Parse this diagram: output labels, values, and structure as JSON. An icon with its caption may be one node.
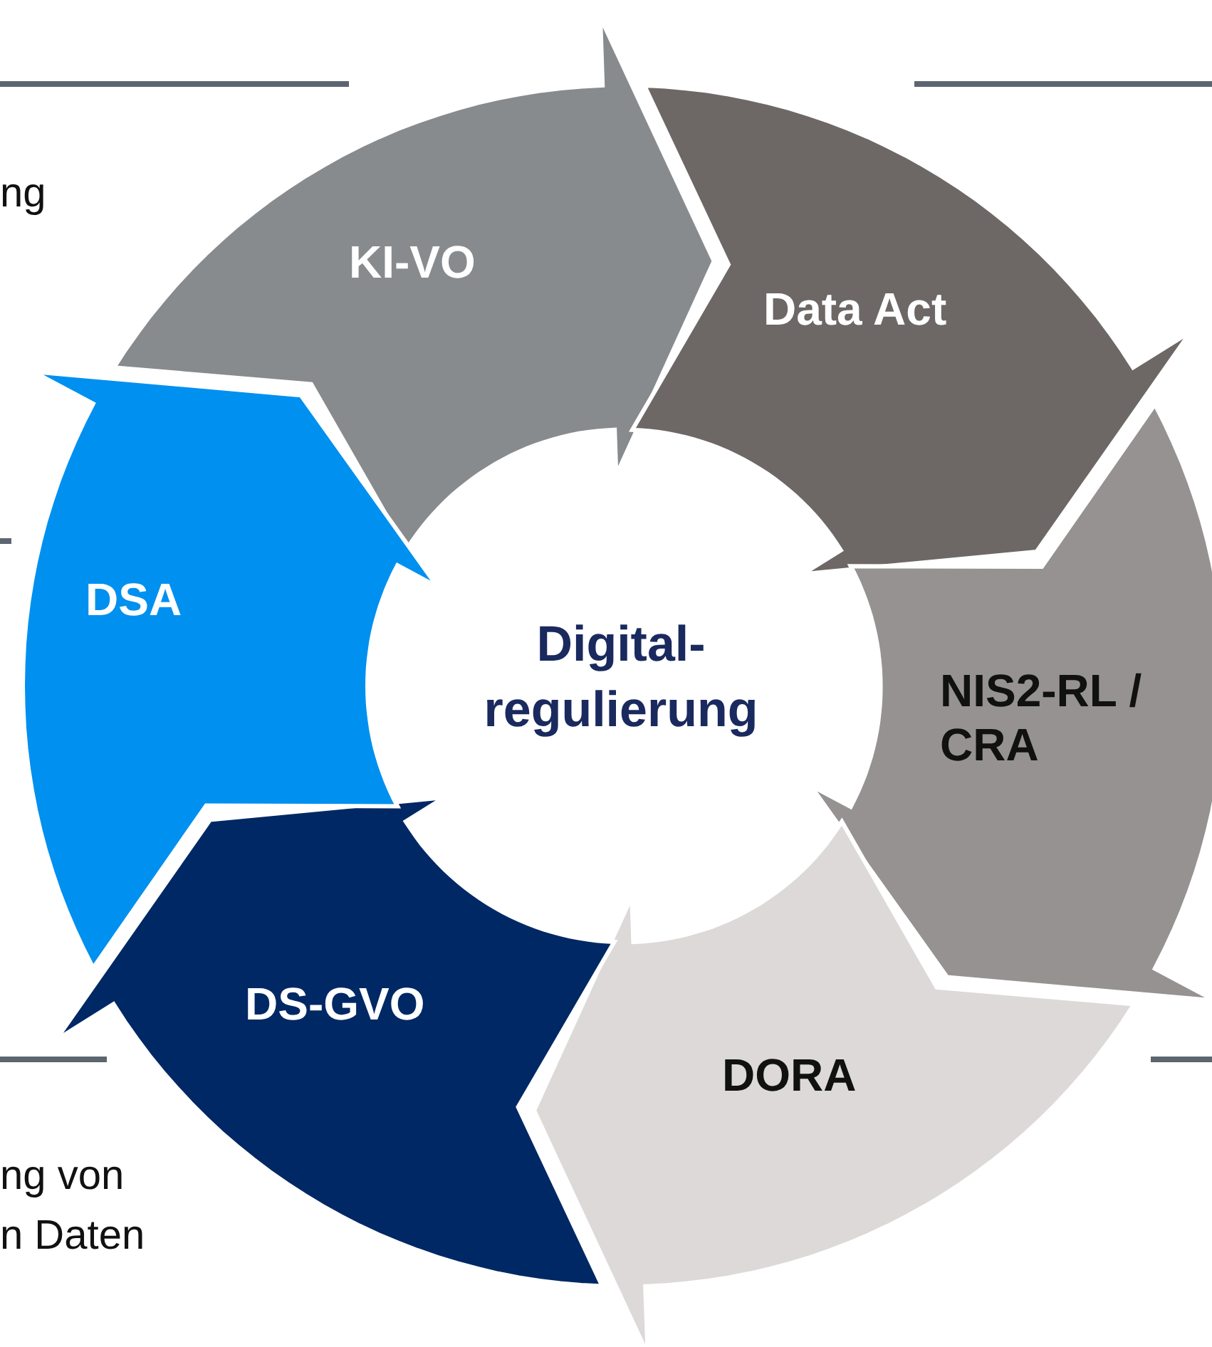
{
  "diagram": {
    "nodes": [
      {
        "text": [
          "KI-VO"
        ]
      },
      {
        "text": [
          "Data Act"
        ]
      },
      {
        "text": [
          "NIS2-RL / CRA"
        ]
      },
      {
        "text": [
          "DORA"
        ]
      },
      {
        "text": [
          "DS-GVO"
        ]
      },
      {
        "text": [
          "DSA"
        ]
      },
      {
        "text": [
          "Digital- regulierung"
        ]
      }
    ],
    "labels": [
      "ng",
      "ng von",
      "n Daten"
    ]
  }
}
